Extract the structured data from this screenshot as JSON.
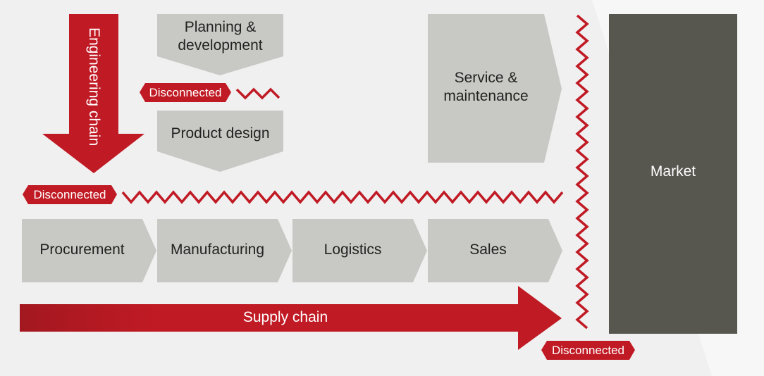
{
  "diagram": {
    "engineering_chain_label": "Engineering chain",
    "supply_chain_label": "Supply chain",
    "market_label": "Market",
    "planning_label": "Planning &\ndevelopment",
    "product_design_label": "Product design",
    "service_label": "Service &\nmaintenance",
    "process_steps": [
      "Procurement",
      "Manufacturing",
      "Logistics",
      "Sales"
    ],
    "disconnected_tags": [
      "Disconnected",
      "Disconnected",
      "Disconnected"
    ]
  },
  "colors": {
    "background": "#f0f0f0",
    "box_gray": "#c8c8c4",
    "accent_red": "#c01a24",
    "market_dark": "#57564f"
  }
}
